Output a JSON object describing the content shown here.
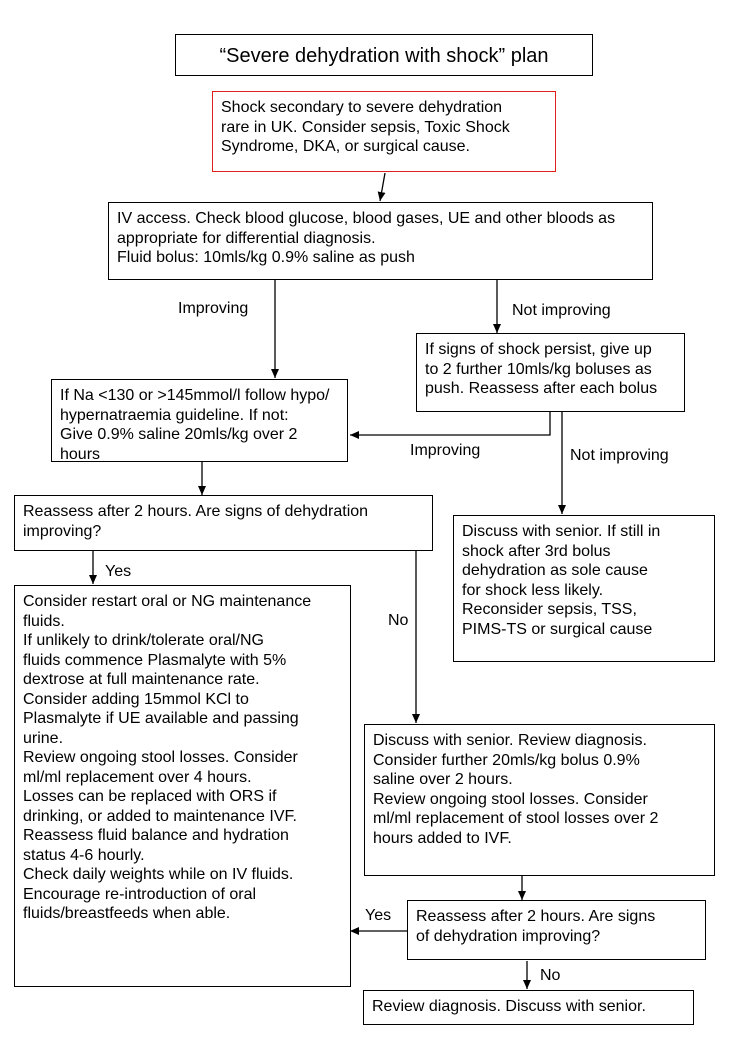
{
  "title": "“Severe dehydration with shock” plan",
  "boxes": {
    "rare_shock": "Shock secondary to severe dehydration\nrare in UK. Consider sepsis, Toxic Shock\nSyndrome, DKA, or surgical cause.",
    "iv_access": "IV access. Check blood glucose, blood gases, UE and other bloods as\nappropriate for differential diagnosis.\nFluid bolus: 10mls/kg  0.9% saline as push",
    "shock_persist": "If signs of shock persist, give up\nto 2 further 10mls/kg boluses as\npush. Reassess after each bolus",
    "sodium_check": "If Na <130 or >145mmol/l follow hypo/\nhypernatraemia guideline. If not:\nGive 0.9% saline 20mls/kg over 2 hours",
    "reassess_2h": "Reassess after 2 hours. Are signs of dehydration\nimproving?",
    "discuss_senior_bolus": "Discuss with senior. If still in\nshock after 3rd bolus\ndehydration as sole cause\nfor shock less likely.\nReconsider sepsis, TSS,\nPIMS-TS or surgical cause",
    "maintenance": "Consider restart oral or NG maintenance\nfluids.\nIf unlikely to drink/tolerate oral/NG\nfluids commence Plasmalyte with 5%\ndextrose at full maintenance rate.\nConsider adding 15mmol KCl to\nPlasmalyte if UE available and passing\nurine.\nReview ongoing stool losses.  Consider\nml/ml replacement over 4 hours.\nLosses can be replaced with ORS if\ndrinking, or added to maintenance IVF.\nReassess fluid balance and hydration\nstatus 4-6 hourly.\nCheck daily weights while on IV fluids.\nEncourage re-introduction of oral\nfluids/breastfeeds when able.",
    "discuss_review": "Discuss with senior. Review diagnosis.\nConsider further 20mls/kg bolus 0.9%\nsaline over 2 hours.\nReview ongoing stool losses. Consider\nml/ml replacement of stool losses over 2\nhours added to IVF.",
    "reassess_2h_b": "Reassess after 2 hours. Are signs\nof dehydration improving?",
    "review_diagnosis": "Review diagnosis. Discuss with senior."
  },
  "labels": {
    "improving_1": "Improving",
    "not_improving_1": "Not improving",
    "improving_2": "Improving",
    "not_improving_2": "Not improving",
    "yes_1": "Yes",
    "no_1": "No",
    "yes_2": "Yes",
    "no_2": "No"
  },
  "colors": {
    "highlight_border": "#e02020",
    "line": "#000000"
  }
}
